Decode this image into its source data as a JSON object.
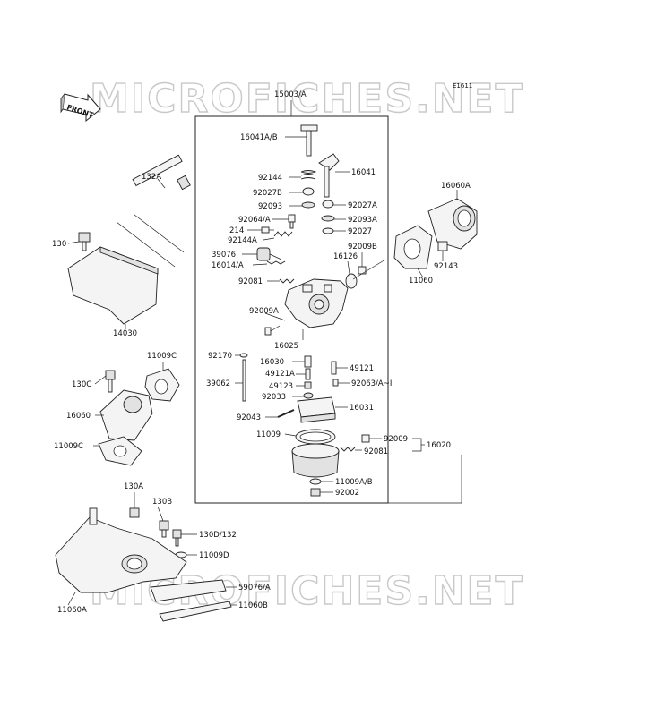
{
  "figure_code": "E1611",
  "watermarks": [
    "MICROFICHES.NET",
    "MICROFICHES.NET"
  ],
  "front_label": "FRONT",
  "assembly_label": "15003/A",
  "parts": {
    "p16041AB": "16041A/B",
    "p16041": "16041",
    "p92144": "92144",
    "p92027B": "92027B",
    "p92093": "92093",
    "p92027A": "92027A",
    "p92064A": "92064/A",
    "p92093A": "92093A",
    "p214": "214",
    "p92027": "92027",
    "p92144A": "92144A",
    "p92009B": "92009B",
    "p39076": "39076",
    "p16126": "16126",
    "p16014A": "16014/A",
    "p92081a": "92081",
    "p92009A": "92009A",
    "p16025": "16025",
    "p92170": "92170",
    "p16030": "16030",
    "p49121A": "49121A",
    "p49121": "49121",
    "p39062": "39062",
    "p49123": "49123",
    "p92063": "92063/A~I",
    "p92033": "92033",
    "p16031": "16031",
    "p92043": "92043",
    "p11009": "11009",
    "p92009": "92009",
    "p16020": "16020",
    "p92081b": "92081",
    "p11009AB": "11009A/B",
    "p92002": "92002",
    "p16060A": "16060A",
    "p92143": "92143",
    "p11060": "11060",
    "p132A": "132A",
    "p130": "130",
    "p14030": "14030",
    "p11009C_top": "11009C",
    "p130C": "130C",
    "p16060": "16060",
    "p11009C_bot": "11009C",
    "p130A": "130A",
    "p130B": "130B",
    "p130D132": "130D/132",
    "p11009D": "11009D",
    "p59076A": "59076/A",
    "p11060B": "11060B",
    "p11060A": "11060A"
  }
}
